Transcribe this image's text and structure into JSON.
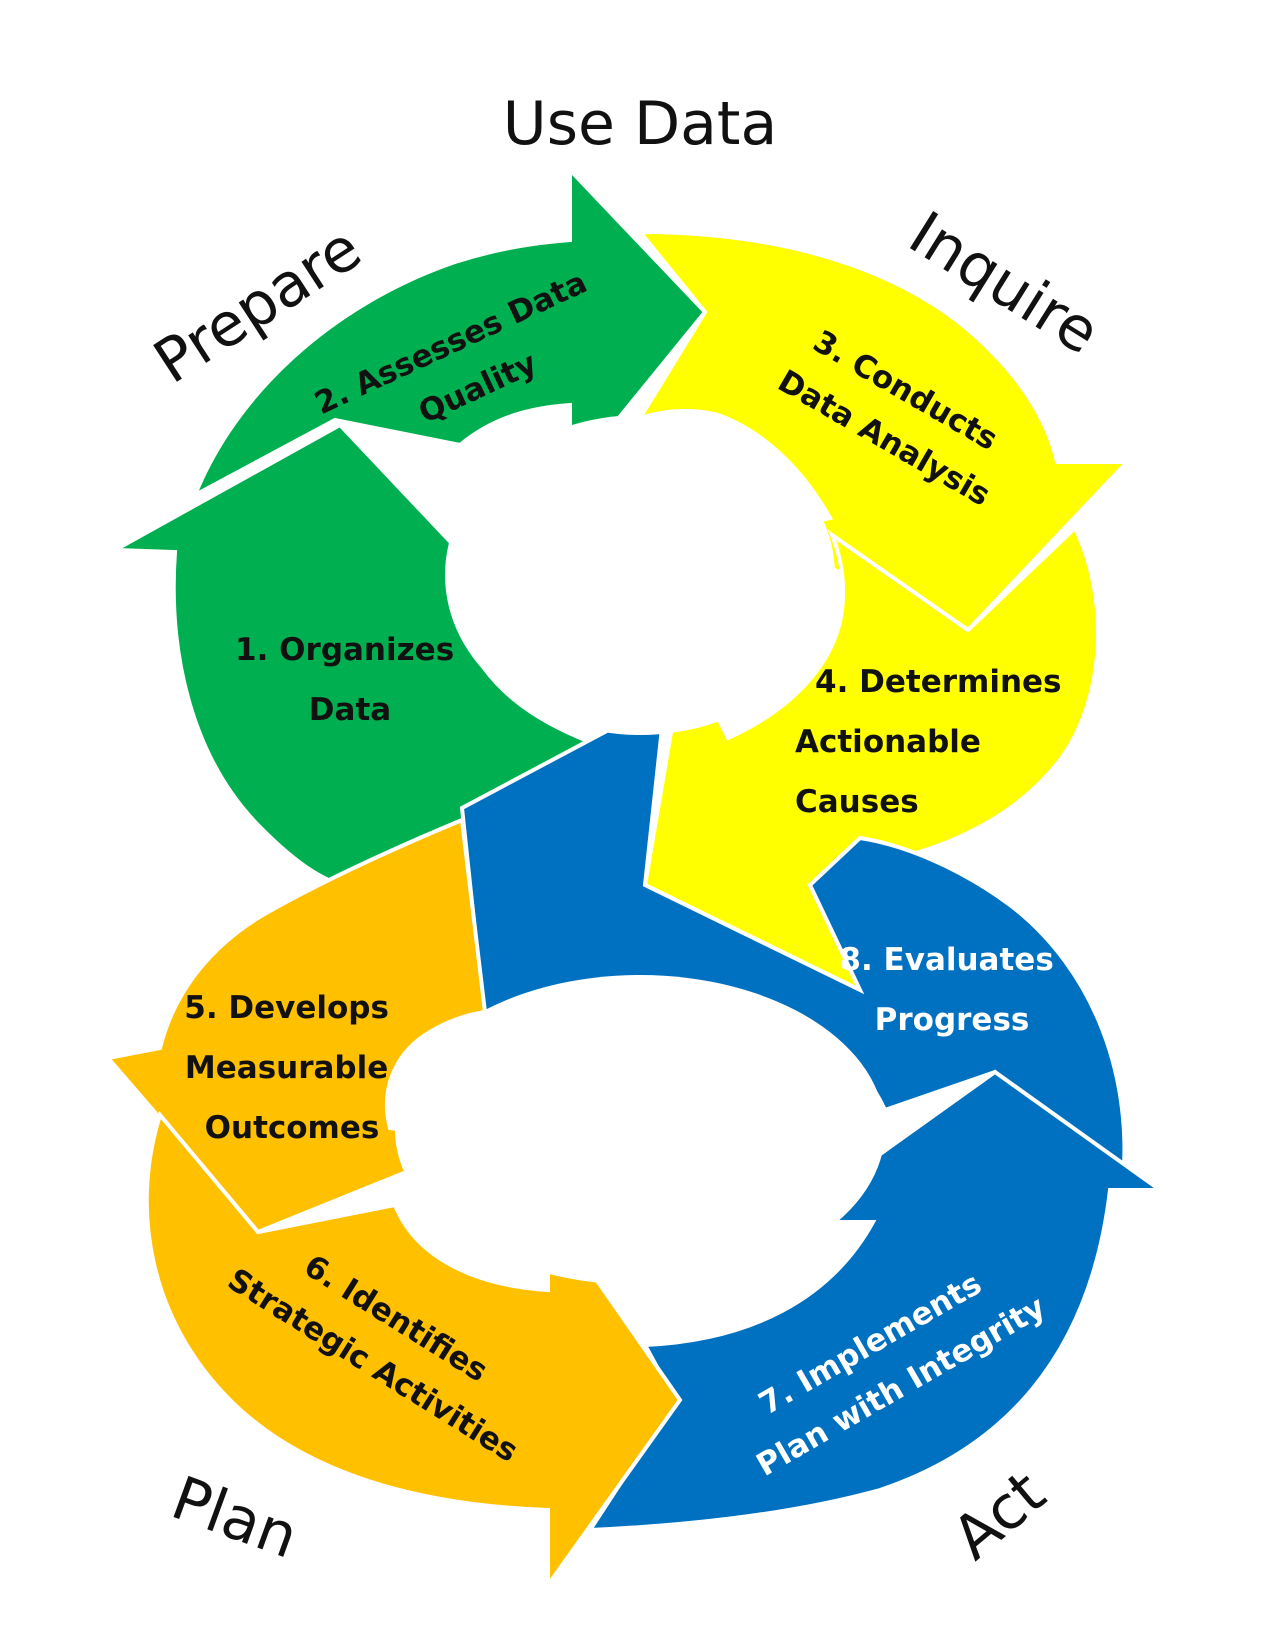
{
  "title": "Use Data",
  "phases": {
    "prepare": "Prepare",
    "inquire": "Inquire",
    "plan": "Plan",
    "act": "Act"
  },
  "colors": {
    "prepare": "#00B050",
    "inquire": "#FFFF00",
    "plan": "#FFC000",
    "act": "#0070C0",
    "text_dark": "#111111",
    "text_light": "#FFFFFF"
  },
  "steps": [
    {
      "id": 1,
      "lines": [
        "1. Organizes",
        "Data"
      ]
    },
    {
      "id": 2,
      "lines": [
        "2. Assesses Data",
        "Quality"
      ]
    },
    {
      "id": 3,
      "lines": [
        "3. Conducts",
        "Data Analysis"
      ]
    },
    {
      "id": 4,
      "lines": [
        "4. Determines",
        "Actionable",
        "Causes"
      ]
    },
    {
      "id": 5,
      "lines": [
        "5. Develops",
        "Measurable",
        "Outcomes"
      ]
    },
    {
      "id": 6,
      "lines": [
        "6. Identifies",
        "Strategic Activities"
      ]
    },
    {
      "id": 7,
      "lines": [
        "7. Implements",
        "Plan with Integrity"
      ]
    },
    {
      "id": 8,
      "lines": [
        "8. Evaluates",
        "Progress"
      ]
    }
  ]
}
